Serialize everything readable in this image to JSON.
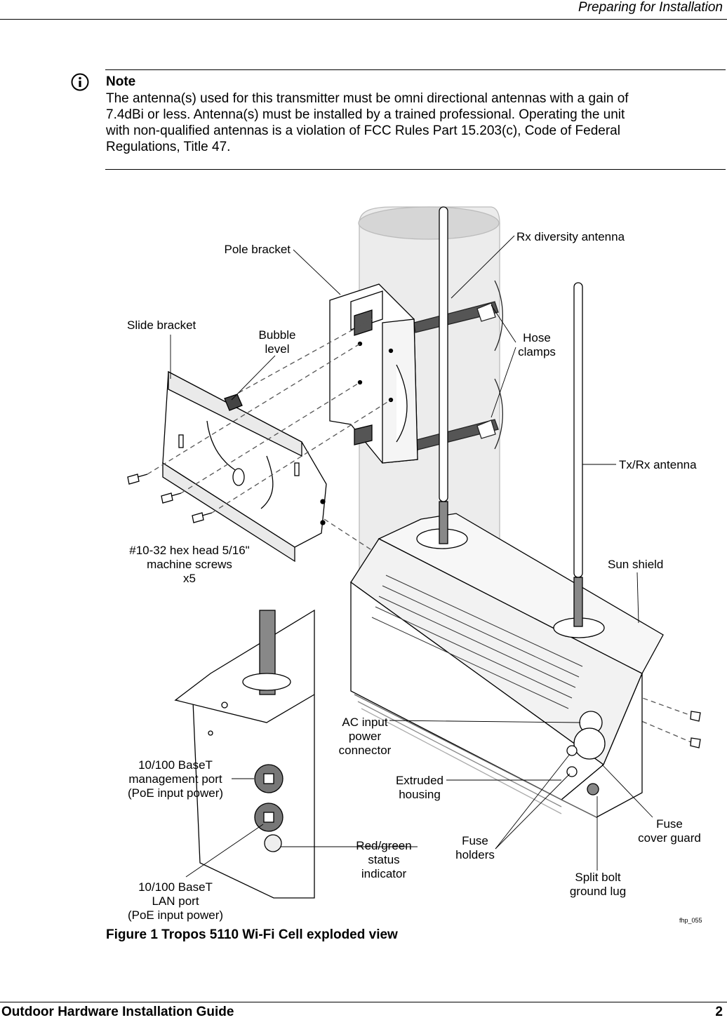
{
  "header": {
    "title": "Preparing for Installation"
  },
  "note": {
    "label": "Note",
    "lines": [
      "The antenna(s) used for this transmitter must be omni directional antennas with a gain of",
      "7.4dBi or less. Antenna(s) must be installed by a trained professional. Operating the unit",
      "with non-qualified antennas is a violation of FCC Rules Part 15.203(c), Code of Federal",
      "Regulations, Title 47."
    ]
  },
  "figure": {
    "callouts": {
      "pole_bracket": "Pole bracket",
      "rx_antenna": "Rx diversity antenna",
      "slide_bracket": "Slide bracket",
      "bubble_level": [
        "Bubble",
        "level"
      ],
      "hose_clamps": [
        "Hose",
        "clamps"
      ],
      "txrx_antenna": "Tx/Rx antenna",
      "screws": [
        "#10-32 hex head 5/16\"",
        "machine screws",
        "x5"
      ],
      "sun_shield": "Sun shield",
      "ac_input": [
        "AC input",
        "power",
        "connector"
      ],
      "mgmt_port": [
        "10/100 BaseT",
        "management port",
        "(PoE input power)"
      ],
      "extruded_housing": [
        "Extruded",
        "housing"
      ],
      "fuse_cover": [
        "Fuse",
        "cover guard"
      ],
      "red_green": [
        "Red/green",
        "status",
        "indicator"
      ],
      "fuse_holders": [
        "Fuse",
        "holders"
      ],
      "split_bolt": [
        "Split bolt",
        "ground lug"
      ],
      "lan_port": [
        "10/100 BaseT",
        "LAN port",
        "(PoE input power)"
      ],
      "figure_id": "fhp_055"
    },
    "caption": "Figure 1  Tropos 5110 Wi-Fi Cell exploded view"
  },
  "footer": {
    "title": "Outdoor Hardware Installation Guide",
    "page": "2"
  }
}
